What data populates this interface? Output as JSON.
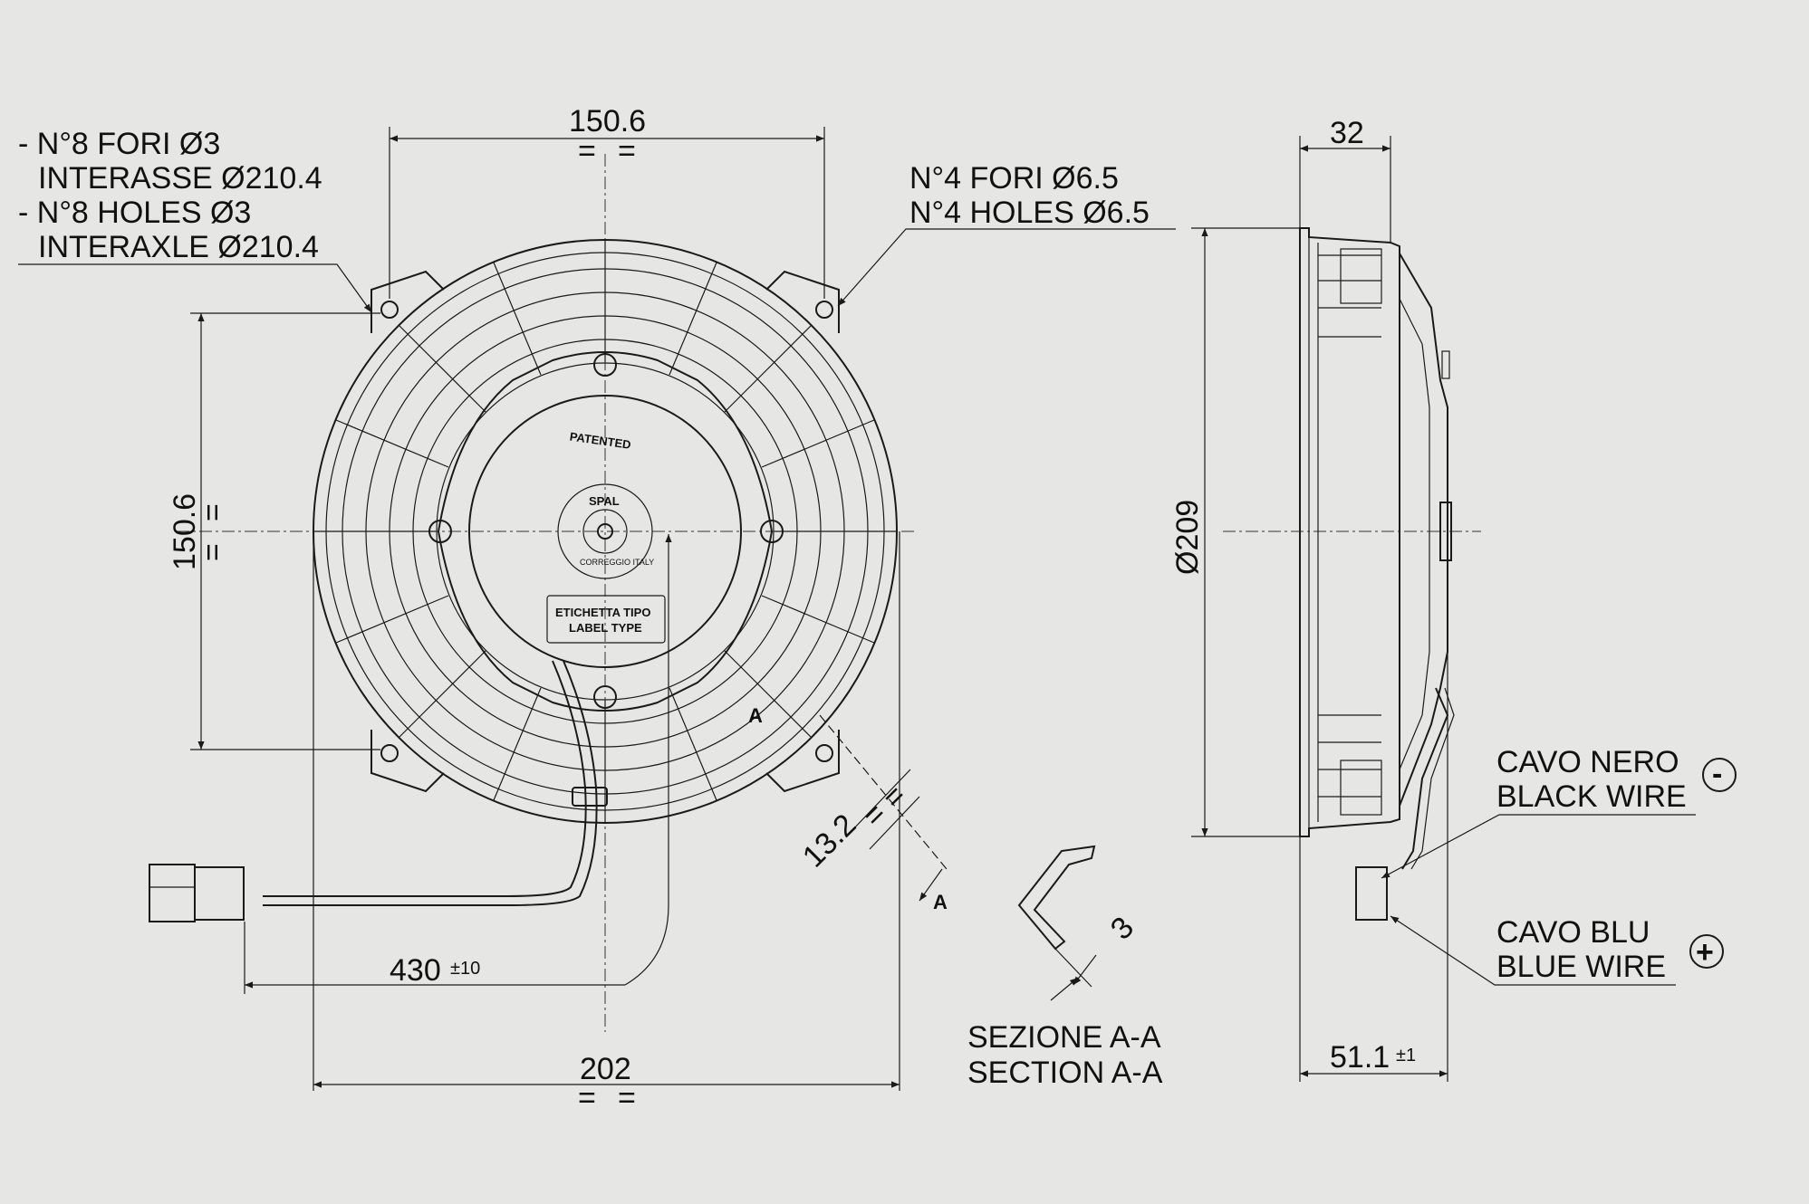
{
  "colors": {
    "background": "#e6e7e5",
    "line": "#1a1a1a"
  },
  "front_view": {
    "dim_top_width": "150.6",
    "dim_left_height": "150.6",
    "equal_mark": "=",
    "dim_overall_width": "202",
    "dim_cable_length": "430",
    "dim_cable_length_tol": "±10",
    "dim_section_offset": "13.2",
    "section_marker": "A",
    "holes_small_note": {
      "line1": "- N°8 FORI Ø3",
      "line2": "INTERASSE Ø210.4",
      "line3": "- N°8 HOLES Ø3",
      "line4": "INTERAXLE Ø210.4"
    },
    "holes_large_note": {
      "line1": "N°4 FORI Ø6.5",
      "line2": "N°4 HOLES Ø6.5"
    },
    "hub_text": {
      "patented": "PATENTED",
      "brand": "SPAL",
      "origin": "CORREGGIO ITALY",
      "label_line1": "ETICHETTA TIPO",
      "label_line2": "LABEL TYPE"
    }
  },
  "section": {
    "dim_thickness": "3",
    "title_line1": "SEZIONE A-A",
    "title_line2": "SECTION A-A"
  },
  "side_view": {
    "dim_depth_top": "32",
    "dim_diameter": "Ø209",
    "dim_depth_bottom": "51.1",
    "dim_depth_bottom_tol": "±1",
    "black_wire": {
      "line1": "CAVO NERO",
      "line2": "BLACK WIRE",
      "polarity": "-"
    },
    "blue_wire": {
      "line1": "CAVO BLU",
      "line2": "BLUE WIRE",
      "polarity": "+"
    }
  }
}
